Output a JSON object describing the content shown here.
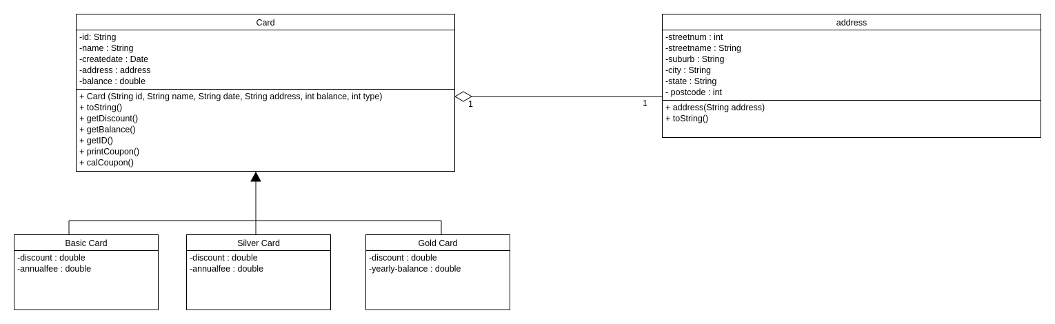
{
  "classes": {
    "card": {
      "name": "Card",
      "attributes": [
        "-id: String",
        "-name : String",
        "-createdate : Date",
        "-address : address",
        "-balance : double"
      ],
      "methods": [
        "+ Card (String id, String name, String date, String address, int balance, int type)",
        "+ toString()",
        "+ getDiscount()",
        "+ getBalance()",
        "+ getID()",
        "+ printCoupon()",
        "+ calCoupon()"
      ]
    },
    "address": {
      "name": "address",
      "attributes": [
        "-streetnum : int",
        "-streetname : String",
        "-suburb : String",
        "-city : String",
        "-state : String",
        "- postcode : int"
      ],
      "methods": [
        "+ address(String address)",
        "+ toString()"
      ]
    },
    "basic_card": {
      "name": "Basic Card",
      "attributes": [
        "-discount : double",
        "-annualfee : double"
      ]
    },
    "silver_card": {
      "name": "Silver Card",
      "attributes": [
        "-discount : double",
        "-annualfee : double"
      ]
    },
    "gold_card": {
      "name": "Gold Card",
      "attributes": [
        "-discount : double",
        "-yearly-balance : double"
      ]
    }
  },
  "association": {
    "card_multiplicity": "1",
    "address_multiplicity": "1"
  }
}
